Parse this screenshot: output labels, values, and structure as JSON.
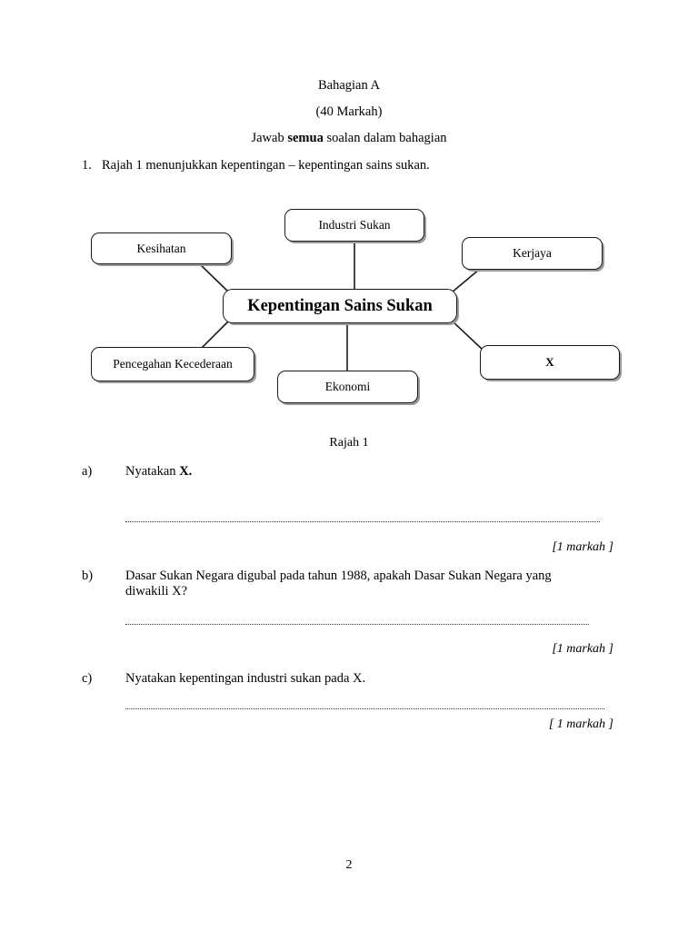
{
  "header": {
    "section": "Bahagian A",
    "marks": "(40 Markah)",
    "instruction_pre": "Jawab ",
    "instruction_bold": "semua",
    "instruction_post": " soalan dalam bahagian"
  },
  "question1": {
    "number": "1.",
    "stem": "Rajah 1 menunjukkan kepentingan – kepentingan sains sukan.",
    "figure_caption": "Rajah 1"
  },
  "diagram": {
    "center": "Kepentingan Sains Sukan",
    "nodes": [
      {
        "label": "Industri Sukan"
      },
      {
        "label": "Kesihatan"
      },
      {
        "label": "Kerjaya"
      },
      {
        "label": "X"
      },
      {
        "label": "Ekonomi"
      },
      {
        "label": "Pencegahan Kecederaan"
      }
    ]
  },
  "subquestions": [
    {
      "label": "a)",
      "line1": "Nyatakan ",
      "line1_bold": "X.",
      "line2": "",
      "marks": "[1 markah ]"
    },
    {
      "label": "b)",
      "line1": "Dasar Sukan Negara digubal pada tahun 1988, apakah Dasar Sukan Negara yang",
      "line1_bold": "",
      "line2": "diwakili X?",
      "marks": "[1 markah ]"
    },
    {
      "label": "c)",
      "line1": "Nyatakan kepentingan industri sukan pada X.",
      "line1_bold": "",
      "line2": "",
      "marks": "[ 1 markah ]"
    }
  ],
  "footer": {
    "page_number": "2"
  }
}
